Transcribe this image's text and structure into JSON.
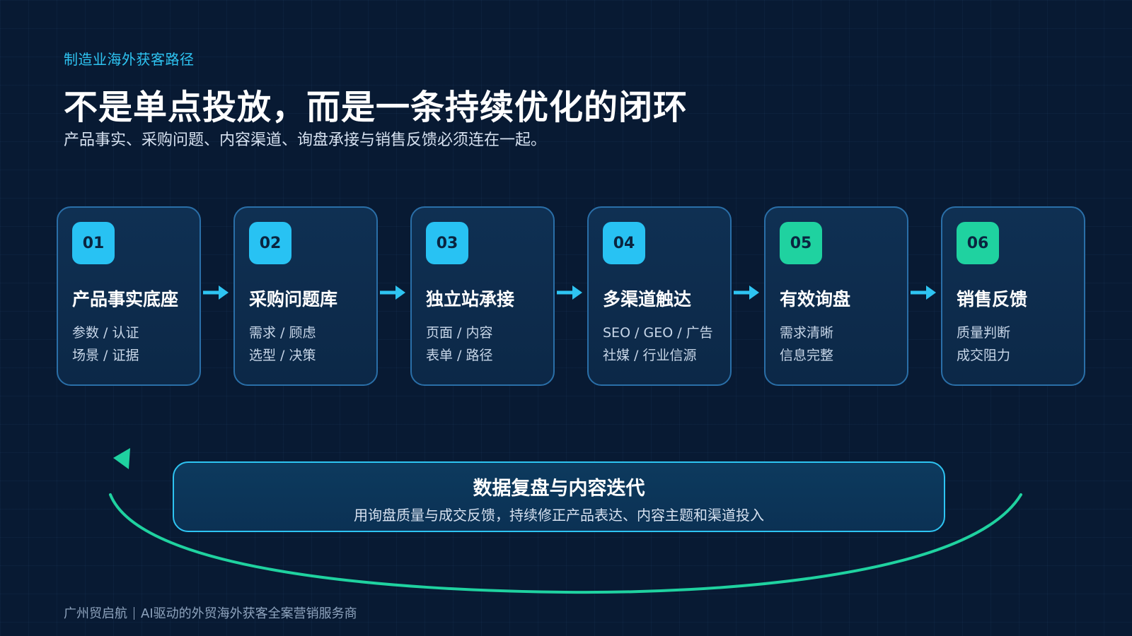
{
  "header": {
    "kicker": "制造业海外获客路径",
    "title": "不是单点投放，而是一条持续优化的闭环",
    "subtitle": "产品事实、采购问题、内容渠道、询盘承接与销售反馈必须连在一起。"
  },
  "steps": [
    {
      "number": "01",
      "title": "产品事实底座",
      "line1": "参数 / 认证",
      "line2": "场景 / 证据",
      "badge_color": "#28c2f3"
    },
    {
      "number": "02",
      "title": "采购问题库",
      "line1": "需求 / 顾虑",
      "line2": "选型 / 决策",
      "badge_color": "#28c2f3"
    },
    {
      "number": "03",
      "title": "独立站承接",
      "line1": "页面 / 内容",
      "line2": "表单 / 路径",
      "badge_color": "#28c2f3"
    },
    {
      "number": "04",
      "title": "多渠道触达",
      "line1": "SEO / GEO / 广告",
      "line2": "社媒 / 行业信源",
      "badge_color": "#28c2f3"
    },
    {
      "number": "05",
      "title": "有效询盘",
      "line1": "需求清晰",
      "line2": "信息完整",
      "badge_color": "#1fd2a0"
    },
    {
      "number": "06",
      "title": "销售反馈",
      "line1": "质量判断",
      "line2": "成交阻力",
      "badge_color": "#1fd2a0"
    }
  ],
  "feedback": {
    "title": "数据复盘与内容迭代",
    "description": "用询盘质量与成交反馈，持续修正产品表达、内容主题和渠道投入"
  },
  "footer": {
    "company": "广州贸启航",
    "tagline": "AI驱动的外贸海外获客全案营销服务商"
  },
  "colors": {
    "background": "#081a33",
    "accent_blue": "#2ec4f2",
    "accent_green": "#1fd2a0",
    "card_border": "#2a6fa8"
  },
  "icons": {
    "step_arrow": "arrow-right-icon",
    "loop_arrow": "loop-arrowhead-icon"
  }
}
